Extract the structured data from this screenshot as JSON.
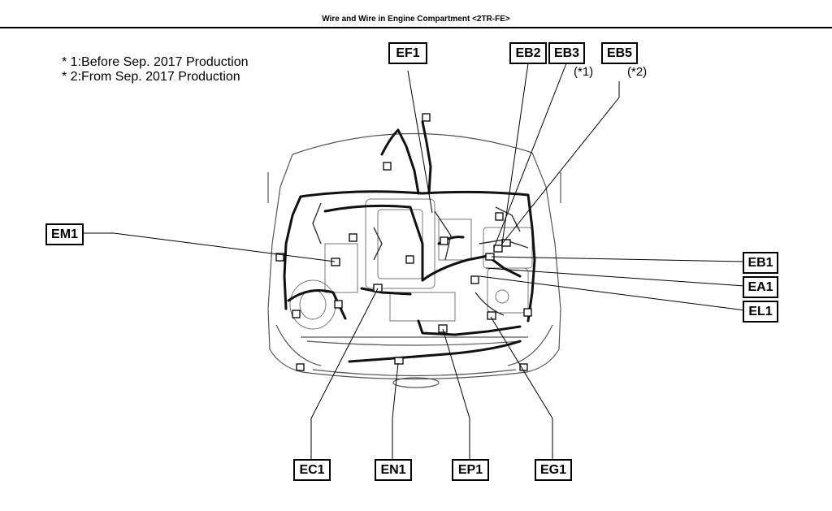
{
  "title": "Wire and Wire in Engine Compartment <2TR-FE>",
  "notes": [
    "* 1:Before Sep. 2017 Production",
    "* 2:From Sep. 2017 Production"
  ],
  "callouts": {
    "ef1": "EF1",
    "eb2": "EB2",
    "eb3": "EB3",
    "eb5": "EB5",
    "em1": "EM1",
    "eb1": "EB1",
    "ea1": "EA1",
    "el1": "EL1",
    "ec1": "EC1",
    "en1": "EN1",
    "ep1": "EP1",
    "eg1": "EG1"
  },
  "footnote_refs": {
    "eb3": "(*1)",
    "eb5": "(*2)"
  }
}
